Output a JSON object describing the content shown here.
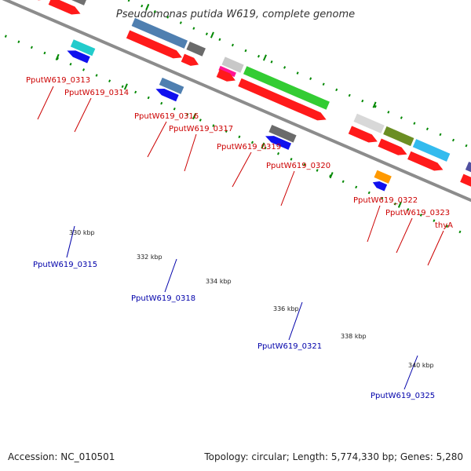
{
  "title": "Pseudomonas putida W619, complete genome",
  "footer": {
    "accession": "Accession: NC_010501",
    "summary": "Topology: circular; Length: 5,774,330 bp; Genes: 5,280"
  },
  "colors": {
    "label_top": "#cc0000",
    "label_bottom": "#0000aa",
    "backbone": "#8c8c8c",
    "tick": "#008800",
    "cds": "#ff1a1a"
  },
  "scale_labels": [
    "330 kbp",
    "332 kbp",
    "334 kbp",
    "336 kbp",
    "338 kbp",
    "340 kbp"
  ],
  "labels_top": [
    "PputW619_0313",
    "PputW619_0314",
    "PputW619_0316",
    "PputW619_0317",
    "PputW619_0319",
    "PputW619_0320",
    "PputW619_0322",
    "PputW619_0323",
    "thyA"
  ],
  "labels_bottom": [
    "PputW619_0315",
    "PputW619_0318",
    "PputW619_0321",
    "PputW619_0325"
  ]
}
